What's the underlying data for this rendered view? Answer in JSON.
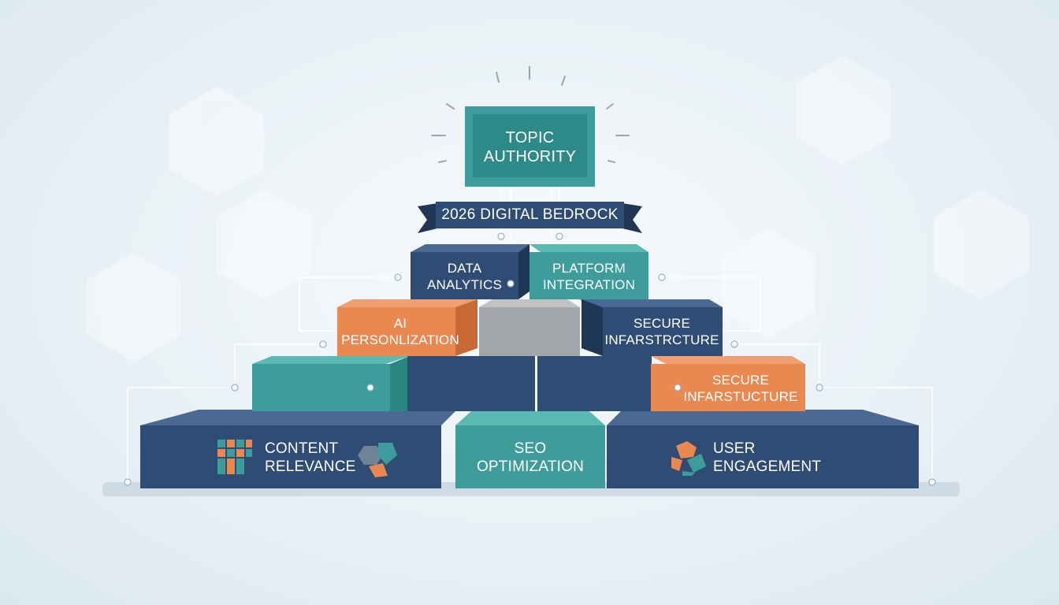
{
  "diagram": {
    "top": {
      "line1": "TOPIC",
      "line2": "AUTHORITY"
    },
    "banner": "2026 DIGITAL BEDROCK",
    "tier2": {
      "left": {
        "line1": "DATA",
        "line2": "ANALYTICS"
      },
      "right": {
        "line1": "PLATFORM",
        "line2": "INTEGRATION"
      }
    },
    "tier3": {
      "left": {
        "line1": "AI",
        "line2": "PERSONLIZATION"
      },
      "right": {
        "line1": "SECURE",
        "line2": "INFARSTRCTURE"
      }
    },
    "tier4": {
      "right": {
        "line1": "SECURE",
        "line2": "INFARSTUCTURE"
      }
    },
    "base": {
      "left": {
        "line1": "CONTENT",
        "line2": "RELEVANCE"
      },
      "center": {
        "line1": "SEO",
        "line2": "OPTIMIZATION"
      },
      "right": {
        "line1": "USER",
        "line2": "ENGAGEMENT"
      }
    }
  },
  "colors": {
    "navy": "#2f4d74",
    "navy_dark": "#1f3654",
    "teal": "#3e9d9b",
    "orange": "#e98850",
    "gray": "#a3a6a9"
  }
}
